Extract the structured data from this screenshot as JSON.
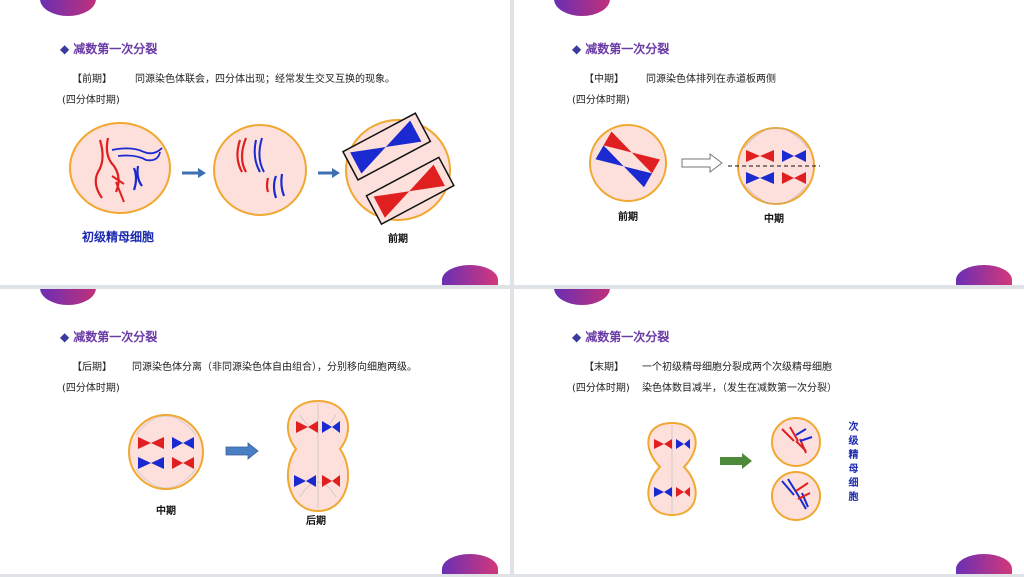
{
  "slides": [
    {
      "title": "减数第一次分裂",
      "stage": "【前期】",
      "description": "同源染色体联会，四分体出现；经常发生交叉互换的现象。",
      "period": "(四分体时期)",
      "labels": {
        "cell": "初级精母细胞",
        "phase": "前期"
      }
    },
    {
      "title": "减数第一次分裂",
      "stage": "【中期】",
      "description": "同源染色体排列在赤道板两侧",
      "period": "(四分体时期)",
      "labels": {
        "left": "前期",
        "right": "中期"
      }
    },
    {
      "title": "减数第一次分裂",
      "stage": "【后期】",
      "description": "同源染色体分离（非同源染色体自由组合），分别移向细胞两级。",
      "period": "(四分体时期)",
      "labels": {
        "left": "中期",
        "right": "后期"
      }
    },
    {
      "title": "减数第一次分裂",
      "stage": "【末期】",
      "description": "一个初级精母细胞分裂成两个次级精母细胞",
      "period": "(四分体时期)",
      "description2": "染色体数目减半，（发生在减数第一次分裂）",
      "labels": {
        "result": "次级精母细胞"
      }
    }
  ],
  "colors": {
    "title": "#6a3aa5",
    "cell_fill": "#fde0dc",
    "cell_border": "#f0a830",
    "chrom_red": "#e02020",
    "chrom_blue": "#1a2ad0",
    "arrow_blue": "#3f6fb0",
    "arrow_green": "#4f8a3a",
    "label_blue": "#1d2bb0"
  },
  "icons": [
    "diamond-bullet-icon",
    "arrow-right-icon",
    "hollow-arrow-right-icon"
  ]
}
